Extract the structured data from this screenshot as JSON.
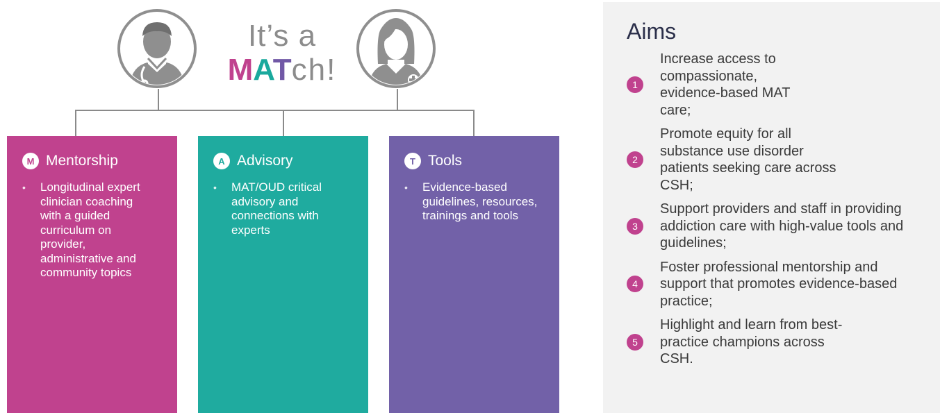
{
  "header": {
    "title_line1": "It’s a",
    "title_m": "M",
    "title_a": "A",
    "title_t": "T",
    "title_rest": "ch!",
    "icons": [
      "doctor-avatar-icon",
      "nurse-avatar-icon"
    ]
  },
  "columns": [
    {
      "badge": "M",
      "title": "Mentorship",
      "bullet": "•",
      "text": "Longitudinal expert clinician coaching with a guided curriculum on provider, administrative and community topics",
      "color": "#c0428e"
    },
    {
      "badge": "A",
      "title": "Advisory",
      "bullet": "•",
      "text": "MAT/OUD critical advisory and connections with experts",
      "color": "#1fab9f"
    },
    {
      "badge": "T",
      "title": "Tools",
      "bullet": "•",
      "text": "Evidence-based guidelines, resources, trainings and tools",
      "color": "#7261a8"
    }
  ],
  "aims": {
    "title": "Aims",
    "items": [
      {
        "number": "1",
        "text": "Increase access to compassionate, evidence-based MAT care;"
      },
      {
        "number": "2",
        "text": "Promote equity for all substance use disorder patients seeking care across CSH;"
      },
      {
        "number": "3",
        "text": "Support providers and staff in providing addiction care with high-value tools and guidelines;"
      },
      {
        "number": "4",
        "text": "Foster professional mentorship and support that promotes evidence-based practice;"
      },
      {
        "number": "5",
        "text": "Highlight and learn from best-practice champions across CSH."
      }
    ]
  },
  "colors": {
    "mentorship": "#c0428e",
    "advisory": "#1fab9f",
    "tools": "#7261a8",
    "avatar": "#8f8f8f",
    "panel": "#f2f2f2"
  }
}
